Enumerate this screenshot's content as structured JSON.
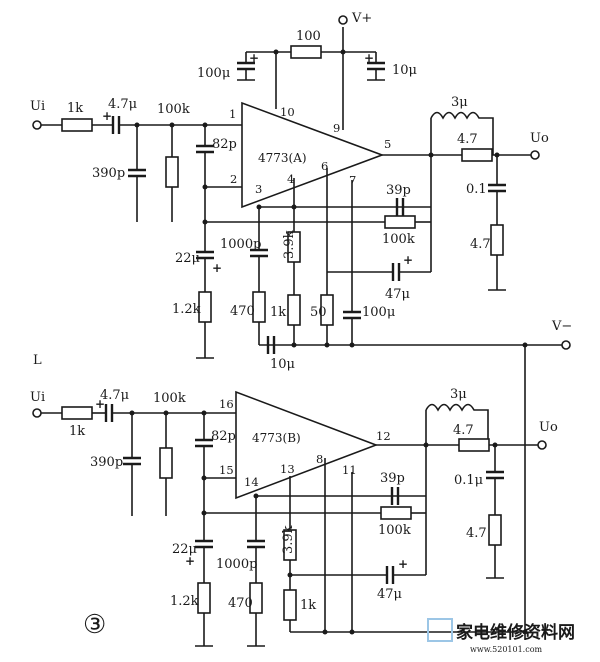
{
  "rails": {
    "vplus": "V+",
    "vminus": "V−"
  },
  "stage_a": {
    "input": "Ui",
    "output": "Uo",
    "ic_label": "4773(A)",
    "pins": {
      "in": "1",
      "fb": "2",
      "p3": "3",
      "p4": "4",
      "out": "5",
      "p6": "6",
      "p7": "7",
      "v": "9",
      "p10": "10"
    },
    "components": {
      "r_in": "1k",
      "c_in": "4.7μ",
      "r_bias": "100k",
      "c_shunt": "390p",
      "c_82p": "82p",
      "r_100": "100",
      "c_100u": "100μ",
      "c_10u": "10μ",
      "l_3u": "3μ",
      "r_4_7_series": "4.7",
      "c_0_1": "0.1",
      "r_4_7_shunt": "4.7",
      "c_39p": "39p",
      "r_100k_fb": "100k",
      "c_22u": "22μ",
      "c_1000p": "1000p",
      "r_3_9k": "3.9k",
      "c_47u": "47μ",
      "r_1_2k": "1.2k",
      "r_470": "470",
      "r_1k_low": "1k",
      "r_50": "50",
      "c_100u_low": "100μ",
      "c_10u_low": "10μ"
    }
  },
  "stage_b": {
    "input": "Ui",
    "output": "Uo",
    "ic_label": "4773(B)",
    "pins": {
      "in": "16",
      "fb": "15",
      "p14": "14",
      "p13": "13",
      "out": "12",
      "p8": "8",
      "p11": "11"
    },
    "components": {
      "c_in": "4.7μ",
      "r_in": "1k",
      "r_bias": "100k",
      "c_shunt": "390p",
      "c_82p": "82p",
      "l_3u": "3μ",
      "r_4_7_series": "4.7",
      "c_0_1": "0.1μ",
      "r_4_7_shunt": "4.7",
      "c_39p": "39p",
      "r_100k_fb": "100k",
      "c_22u": "22μ",
      "c_1000p": "1000p",
      "r_3_9k": "3.9k",
      "c_47u": "47μ",
      "r_1_2k": "1.2k",
      "r_470": "470",
      "r_1k_low": "1k"
    }
  },
  "marker_l": "L",
  "figure_marker": "③",
  "watermark": {
    "text": "家电维修资料网",
    "url": "www.520101.com"
  }
}
